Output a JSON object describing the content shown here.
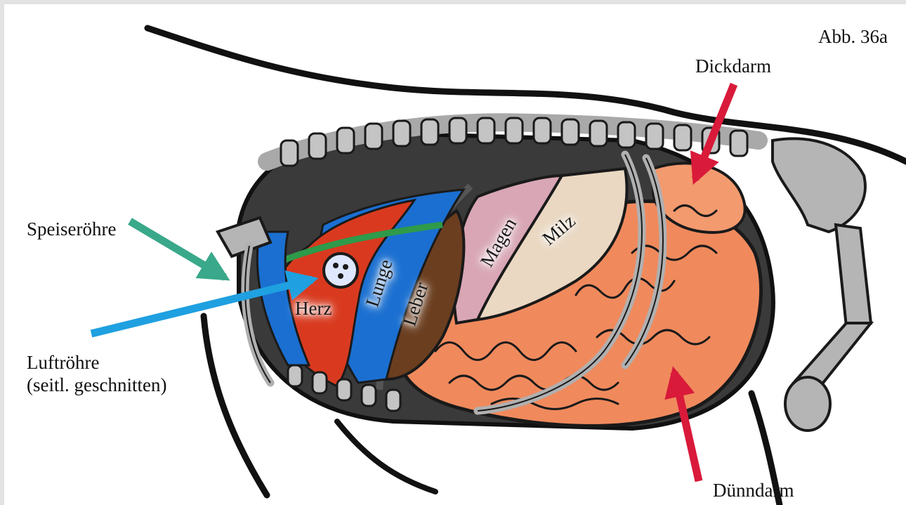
{
  "figure": {
    "label": "Abb. 36a"
  },
  "callouts": {
    "dickdarm": "Dickdarm",
    "speiseroehre": "Speiseröhre",
    "luftroehre_line1": "Luftröhre",
    "luftroehre_line2": "(seitl. geschnitten)",
    "duenndarm": "Dünndarm"
  },
  "organs": {
    "herz": "Herz",
    "lunge": "Lunge",
    "leber": "Leber",
    "magen": "Magen",
    "milz": "Milz"
  },
  "colors": {
    "heart": "#d93a1f",
    "lung": "#1a6fd1",
    "liver": "#6b3e1f",
    "stomach": "#d9a6b5",
    "spleen": "#ead8c2",
    "intestine": "#f08a5d",
    "bone": "#a9a9a9",
    "arrow_red": "#d91a3a",
    "arrow_teal": "#3aa88a",
    "arrow_blue": "#1fa0e0",
    "esophagus": "#2e9a4a"
  }
}
